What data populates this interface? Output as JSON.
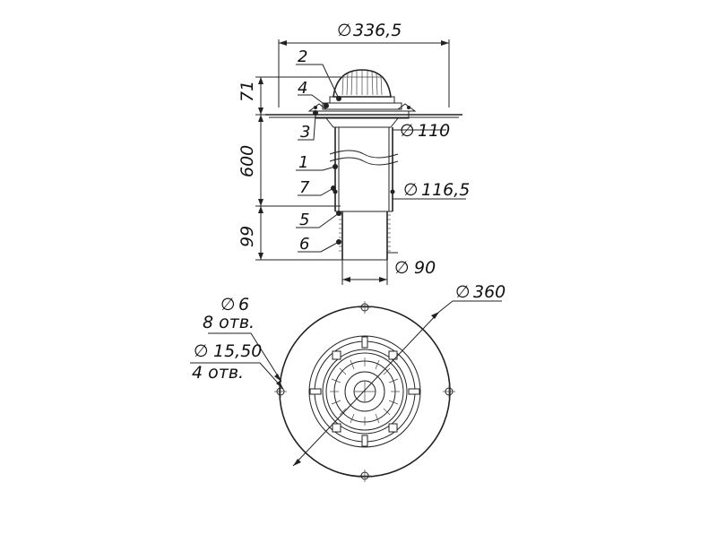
{
  "dimensions": {
    "flange_diameter": "336,5",
    "pipe_diameter": "110",
    "sleeve_diameter": "116,5",
    "outlet_diameter": "90",
    "base_diameter": "360",
    "hole_small_diameter": "6",
    "hole_small_count": "8 отв.",
    "hole_large_diameter": "15,50",
    "hole_large_count": "4 отв.",
    "height_top": "71",
    "height_middle": "600",
    "height_bottom": "99",
    "diameter_symbol": "∅"
  },
  "part_labels": [
    "1",
    "2",
    "3",
    "4",
    "5",
    "6",
    "7"
  ]
}
